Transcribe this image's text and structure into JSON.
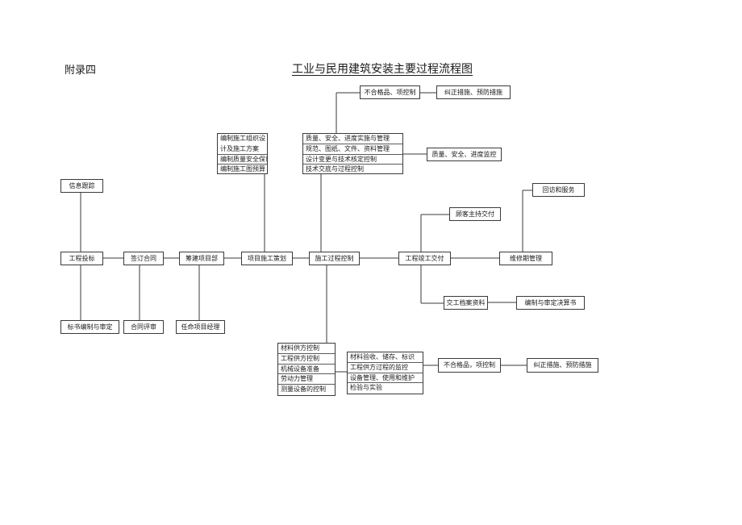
{
  "header": {
    "appendix_label": "附录四",
    "title": "工业与民用建筑安装主要过程流程图"
  },
  "nodes": {
    "bidding": "工程投标",
    "sign_contract": "签订合同",
    "setup_project_dept": "筹建项目部",
    "project_planning": "项目施工策划",
    "construction_control": "施工过程控制",
    "completion_handover": "工程竣工交付",
    "warranty_management": "维修期管理",
    "info_tracking": "信息跟踪",
    "tender_preparation": "标书编制与审定",
    "contract_review": "合同评审",
    "appoint_manager": "任命项目经理",
    "nonconforming_top": "不合格品、项控制",
    "corrective_top": "纠正措施、预防措施",
    "qsp_monitoring": "质量、安全、进度监控",
    "customer_handover": "顾客主持交付",
    "return_visit": "回访和服务",
    "archive_handover": "交工档案资料",
    "final_accounts": "编制与审定决算书",
    "nonconforming_bottom": "不合格品，项控制",
    "corrective_bottom": "纠正措施、预防措施"
  },
  "planning_stack": [
    "编制施工组织设计及施工方案",
    "编制质量安全保证计划",
    "编制施工图预算"
  ],
  "control_stack": [
    "质量、安全、进度实施与管理",
    "规范、图纸、文件、资料管理",
    "设计变更与技术核定控制",
    "技术交底与过程控制"
  ],
  "supply_stack": [
    "材料供方控制",
    "工程供方控制",
    "机械设备准备",
    "劳动力管理",
    "测量设备的控制"
  ],
  "monitor_stack": [
    "材料验收、储存、标识",
    "工程供方过程的监控",
    "设备管理、使用和维护",
    "检验与实验"
  ]
}
